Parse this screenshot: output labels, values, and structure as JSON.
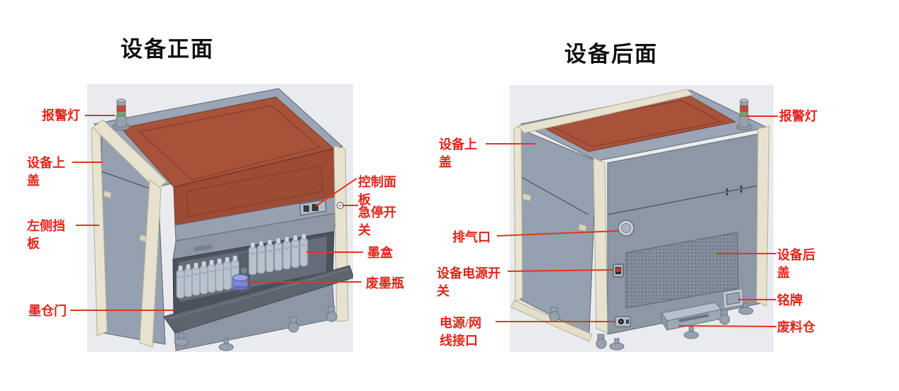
{
  "front": {
    "title": "设备正面",
    "labels": {
      "alarm_light": "报警灯",
      "top_cover": "设备上盖",
      "left_panel": "左侧挡板",
      "ink_door": "墨仓门",
      "control_panel": "控制面板",
      "estop": "急停开关",
      "cartridge": "墨盒",
      "waste_bottle": "废墨瓶"
    }
  },
  "back": {
    "title": "设备后面",
    "labels": {
      "top_cover": "设备上盖",
      "exhaust": "排气口",
      "power_switch": "设备电源开关",
      "power_port": "电源/网线接口",
      "alarm_light": "报警灯",
      "back_cover": "设备后盖",
      "nameplate": "铭牌",
      "waste_bin": "废料仓"
    }
  },
  "colors": {
    "label_red": "#e2251b",
    "leader_red": "#e2351f",
    "lid_red": "#a8523a",
    "panel_gray": "#95a0b0",
    "frame_beige": "#e8e4d1",
    "canvas_gray": "#e9ebef",
    "title_black": "#111111"
  }
}
